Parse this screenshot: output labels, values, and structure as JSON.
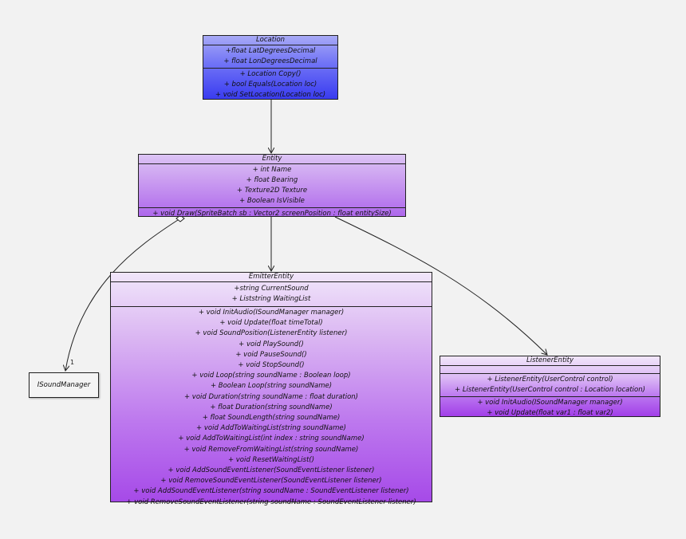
{
  "location": {
    "name": "Location",
    "attributes": [
      "+float LatDegreesDecimal",
      "+ float LonDegreesDecimal"
    ],
    "operations": [
      "+ Location Copy()",
      "+ bool Equals(Location loc)",
      "+ void SetLocation(Location loc)"
    ]
  },
  "entity": {
    "name": "Entity",
    "attributes": [
      "+ int Name",
      "+ float Bearing",
      "+ Texture2D Texture",
      "+ Boolean IsVisible"
    ],
    "operations": [
      "+ void Draw(SpriteBatch sb : Vector2 screenPosition : float entitySize)"
    ]
  },
  "emitter": {
    "name": "EmitterEntity",
    "attributes": [
      "+string CurrentSound",
      "+ Liststring WaitingList"
    ],
    "operations": [
      "+ void InitAudio(ISoundManager manager)",
      "+ void Update(float timeTotal)",
      "+ void SoundPosition(ListenerEntity listener)",
      "+ void PlaySound()",
      "+ void PauseSound()",
      "+ void StopSound()",
      "+ void Loop(string soundName : Boolean loop)",
      "+ Boolean Loop(string soundName)",
      "+ void Duration(string soundName : float duration)",
      "+ float Duration(string soundName)",
      "+ float SoundLength(string soundName)",
      "+ void AddToWaitingList(string soundName)",
      "+ void AddToWaitingList(int index : string soundName)",
      "+ void RemoveFromWaitingList(string soundName)",
      "+ void ResetWaitingList()",
      "+ void AddSoundEventListener(SoundEventListener listener)",
      "+ void RemoveSoundEventListener(SoundEventListener listener)",
      "+ void AddSoundEventListener(string soundName : SoundEventListener listener)",
      "+ void RemoveSoundEventListener(string soundName : SoundEventListener listener)"
    ]
  },
  "listener": {
    "name": "ListenerEntity",
    "attributes": [],
    "operations": [
      "+ ListenerEntity(UserControl control)",
      "+ ListenerEntity(UserControl control : Location location)",
      "+ void InitAudio(ISoundManager manager)",
      "+ void Update(float var1 : float var2)"
    ]
  },
  "isound": {
    "name": "ISoundManager"
  },
  "multiplicity_label": "1"
}
